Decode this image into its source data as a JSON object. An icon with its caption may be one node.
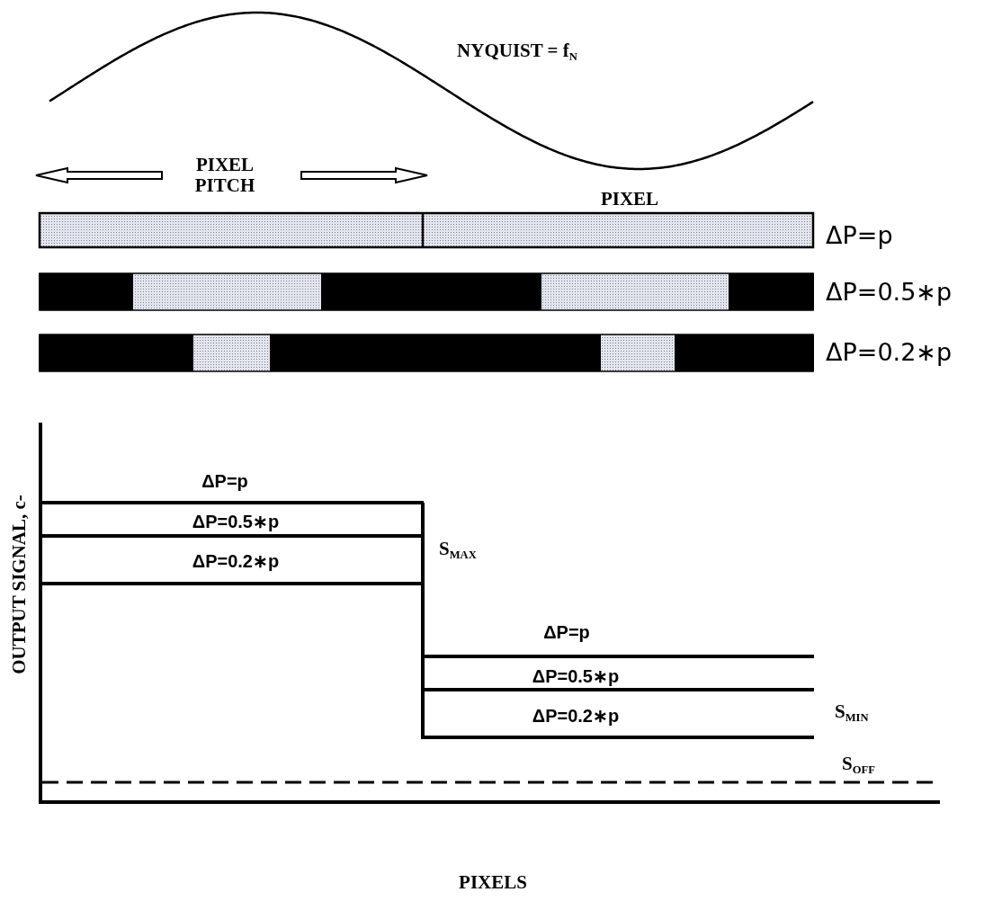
{
  "diagram": {
    "labels": [
      "NYQUIST = f$_{N}$",
      "PIXEL PITCH",
      "PIXEL",
      "ΔP=p",
      "ΔP=0.5∗p",
      "ΔP=0.2∗p",
      "OUTPUT SIGNAL, c-",
      "ΔP=p",
      "ΔP=0.5∗p",
      "ΔP=0.2∗p",
      "S$_{MAX}$",
      "ΔP=p",
      "ΔP=0.5∗p",
      "ΔP=0.2∗p",
      "S$_{MIN}$",
      "S$_{OFF}$",
      "PIXELS"
    ]
  }
}
